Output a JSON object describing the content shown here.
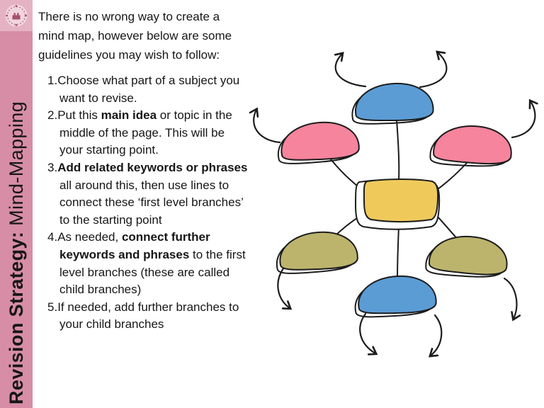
{
  "page": {
    "background": "#ffffff",
    "title": "Revision Strategy: Mind-Mapping"
  },
  "sidebar": {
    "background": "#d78da6",
    "corner_background": "#e4b2c3",
    "title_bold": "Revision Strategy:",
    "title_regular": " Mind-Mapping",
    "logo_icon": "school-crest-badge",
    "logo_color": "#a5506f"
  },
  "content": {
    "intro": "There is no wrong way to create a mind map, however below are some guidelines you may wish to follow:",
    "list": [
      {
        "num": "1.",
        "segments": [
          {
            "text": "Choose what part of a subject you want to revise.",
            "bold": false
          }
        ]
      },
      {
        "num": "2.",
        "segments": [
          {
            "text": "Put this ",
            "bold": false
          },
          {
            "text": "main idea",
            "bold": true
          },
          {
            "text": " or topic in the middle of the page. This will be your starting point.",
            "bold": false
          }
        ]
      },
      {
        "num": "3.",
        "segments": [
          {
            "text": "Add related keywords or phrases",
            "bold": true
          },
          {
            "text": " all around this, then use lines to connect these ‘first level branches’ to the starting point",
            "bold": false
          }
        ]
      },
      {
        "num": "4.",
        "segments": [
          {
            "text": "As needed, ",
            "bold": false
          },
          {
            "text": "connect further keywords and phrases",
            "bold": true
          },
          {
            "text": " to the first level branches (these are called child branches)",
            "bold": false
          }
        ]
      },
      {
        "num": "5.",
        "segments": [
          {
            "text": "If needed, add further branches to your child branches",
            "bold": false
          }
        ]
      }
    ]
  },
  "diagram": {
    "type": "mind-map",
    "colors": {
      "blue": "#5b9cd5",
      "pink": "#f5849c",
      "yellow": "#efca5b",
      "olive": "#bcb46c",
      "ink": "#1c1c1c",
      "white": "#ffffff"
    },
    "nodes": [
      {
        "id": "center",
        "shape": "rounded-rectangle",
        "color_key": "yellow",
        "label": ""
      },
      {
        "id": "branch-top",
        "shape": "dome",
        "color_key": "blue",
        "label": ""
      },
      {
        "id": "branch-upper-left",
        "shape": "dome",
        "color_key": "pink",
        "label": ""
      },
      {
        "id": "branch-upper-right",
        "shape": "dome",
        "color_key": "pink",
        "label": ""
      },
      {
        "id": "branch-lower-left",
        "shape": "dome",
        "color_key": "olive",
        "label": ""
      },
      {
        "id": "branch-lower-right",
        "shape": "dome",
        "color_key": "olive",
        "label": ""
      },
      {
        "id": "branch-bottom",
        "shape": "dome",
        "color_key": "blue",
        "label": ""
      }
    ],
    "connectors": 6,
    "arrows": [
      "top-left",
      "top-right",
      "outer-left",
      "outer-right",
      "mid-left-down",
      "mid-right-down",
      "bottom-left",
      "bottom-right"
    ]
  }
}
